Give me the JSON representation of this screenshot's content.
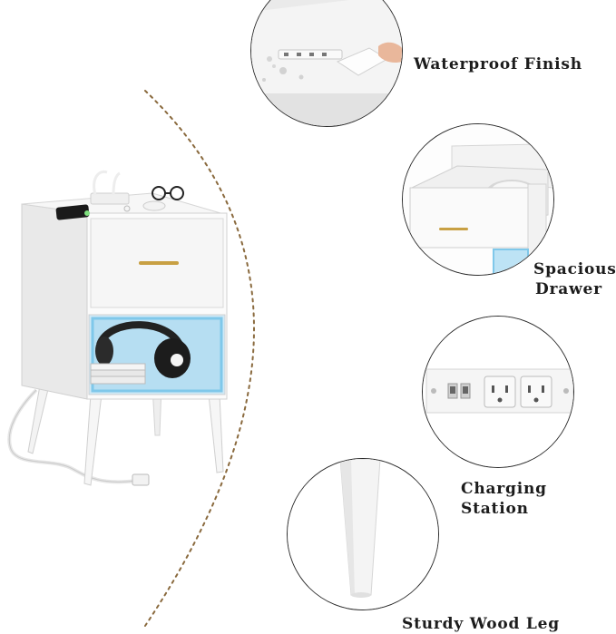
{
  "features": [
    {
      "id": "waterproof",
      "label": "Waterproof Finish"
    },
    {
      "id": "drawer",
      "label_line1": "Spacious",
      "label_line2": "Drawer"
    },
    {
      "id": "charging",
      "label": "Charging Station"
    },
    {
      "id": "leg",
      "label": "Sturdy Wood Leg"
    }
  ],
  "colors": {
    "accent_gold": "#c8a043",
    "divider_brown": "#8a6a3e",
    "led_blue": "#7fc8ea",
    "furniture_white": "#f4f4f4"
  }
}
